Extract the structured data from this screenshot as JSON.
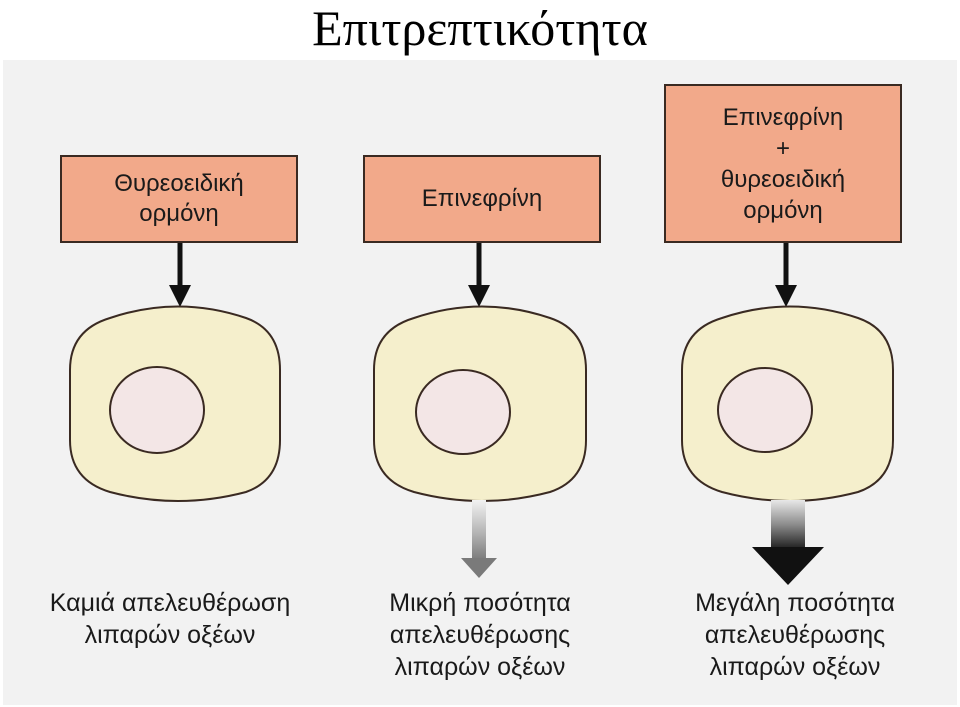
{
  "title": "Επιτρεπτικότητα",
  "colors": {
    "panel_background": "#f2f2f2",
    "hormone_box_fill": "#f2a98a",
    "cell_fill": "#f5efcc",
    "nucleus_fill": "#f3e6e6",
    "outline": "#3a2a22"
  },
  "columns": [
    {
      "hormone_lines": [
        "Θυρεοειδική",
        "ορμόνη"
      ],
      "result_lines": [
        "Καμιά απελευθέρωση",
        "λιπαρών οξέων"
      ],
      "release_arrow": "none"
    },
    {
      "hormone_lines": [
        "Επινεφρίνη"
      ],
      "result_lines": [
        "Μικρή ποσότητα",
        "απελευθέρωσης",
        "λιπαρών οξέων"
      ],
      "release_arrow": "small"
    },
    {
      "hormone_lines": [
        "Επινεφρίνη",
        "+",
        "θυρεοειδική",
        "ορμόνη"
      ],
      "result_lines": [
        "Μεγάλη ποσότητα",
        "απελευθέρωσης",
        "λιπαρών οξέων"
      ],
      "release_arrow": "large"
    }
  ]
}
